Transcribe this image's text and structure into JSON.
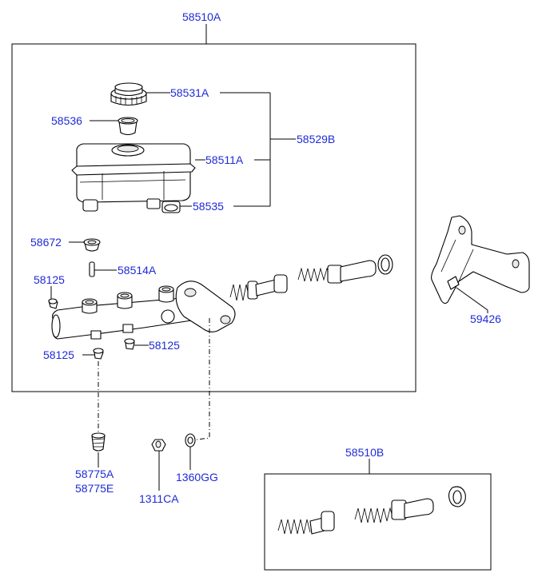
{
  "labels": {
    "assy_main": "58510A",
    "cap": "58531A",
    "strainer": "58536",
    "reservoir_kit": "58529B",
    "reservoir": "58511A",
    "seal_res": "58535",
    "grommet": "58672",
    "pin": "58514A",
    "plug_left": "58125",
    "plug_bottom_left": "58125",
    "plug_bottom_right": "58125",
    "bracket": "59426",
    "fitting_a": "58775A",
    "fitting_e": "58775E",
    "nut": "1311CA",
    "washer": "1360GG",
    "piston_kit": "58510B"
  }
}
